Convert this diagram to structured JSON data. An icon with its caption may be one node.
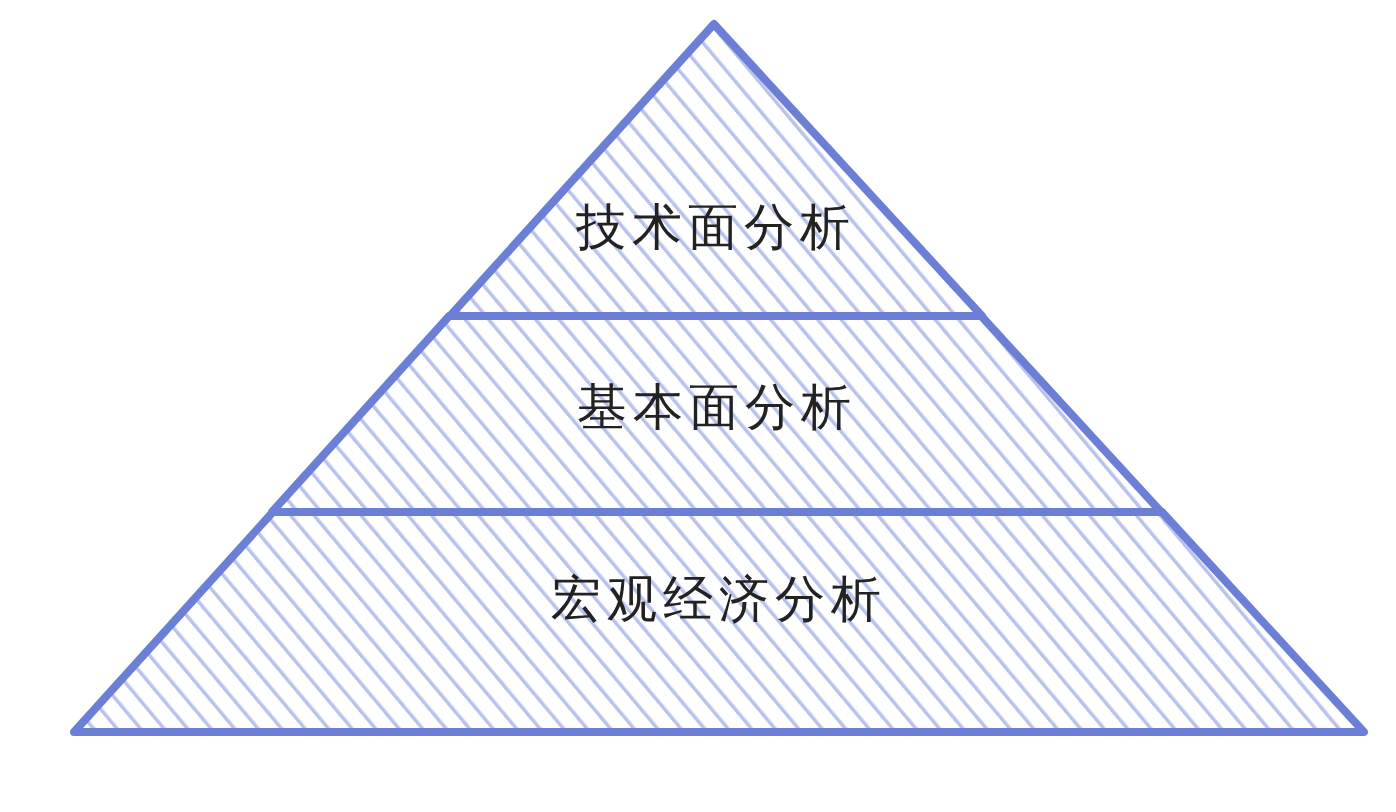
{
  "diagram": {
    "nodes": [
      {
        "text": [
          "技术面分析"
        ]
      },
      {
        "text": [
          "基本面分析"
        ]
      },
      {
        "text": [
          "宏观经济分析"
        ]
      }
    ]
  }
}
